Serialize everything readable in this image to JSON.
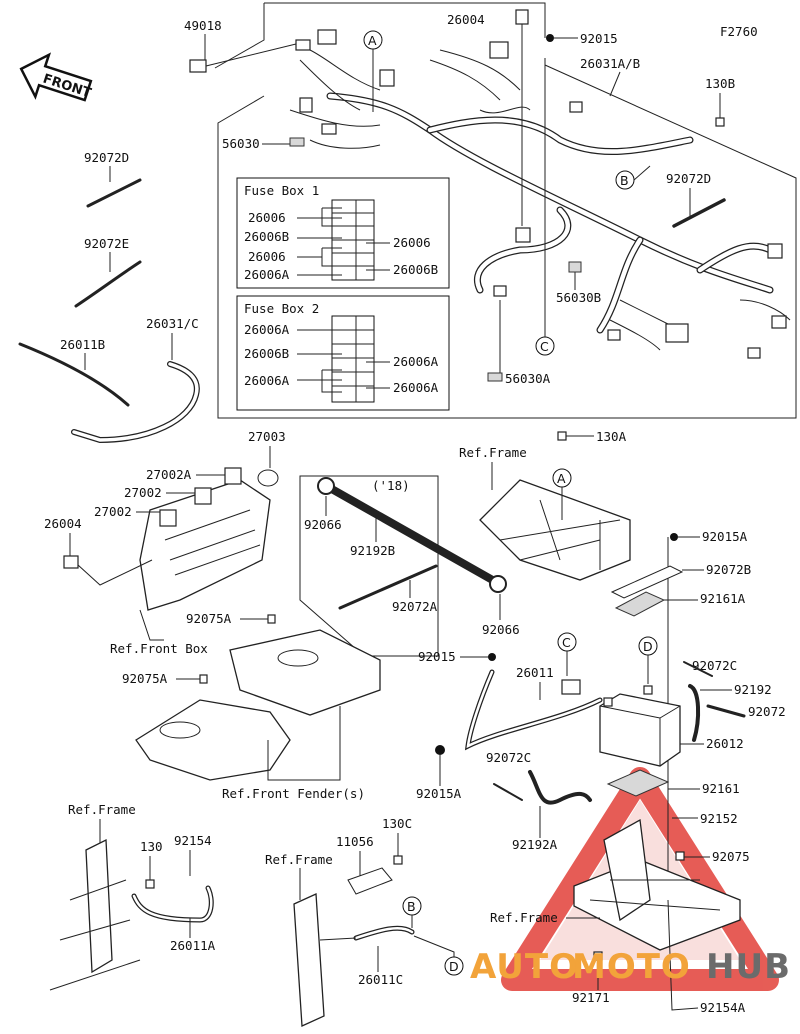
{
  "diagram": {
    "figure_code": "F2760",
    "front_arrow": "FRONT",
    "fuse_box_1": {
      "title": "Fuse Box 1",
      "left": [
        "26006",
        "26006B",
        "26006",
        "26006A"
      ],
      "right": [
        "26006",
        "26006B"
      ]
    },
    "fuse_box_2": {
      "title": "Fuse Box 2",
      "left": [
        "26006A",
        "26006B",
        "26006A"
      ],
      "right": [
        "26006A",
        "26006A"
      ]
    },
    "year_note": "('18)",
    "callouts": {
      "a": "A",
      "b": "B",
      "c": "C",
      "d": "D"
    },
    "parts": {
      "p49018": "49018",
      "p26004_top": "26004",
      "p92015_top": "92015",
      "p26031ab": "26031A/B",
      "p130b": "130B",
      "p56030": "56030",
      "p92072d_left": "92072D",
      "p92072d_right": "92072D",
      "p92072e": "92072E",
      "p26031c": "26031/C",
      "p26011b": "26011B",
      "p56030b": "56030B",
      "p56030a": "56030A",
      "p27003": "27003",
      "p27002a": "27002A",
      "p27002_1": "27002",
      "p27002_2": "27002",
      "p26004_left": "26004",
      "p92066_1": "92066",
      "p92192b": "92192B",
      "p92072a": "92072A",
      "p92066_2": "92066",
      "p130a": "130A",
      "p92015a_top": "92015A",
      "p92072b": "92072B",
      "p92161a": "92161A",
      "p92075a_1": "92075A",
      "p92075a_2": "92075A",
      "p92015_mid": "92015",
      "p26011": "26011",
      "p92072c_right": "92072C",
      "p92192": "92192",
      "p92072": "92072",
      "p26012": "26012",
      "p92015a_bot": "92015A",
      "p92072c_mid": "92072C",
      "p92161": "92161",
      "p92192a": "92192A",
      "p92152": "92152",
      "p92075": "92075",
      "p130": "130",
      "p92154": "92154",
      "p26011a": "26011A",
      "p11056": "11056",
      "p130c": "130C",
      "p26011c": "26011C",
      "p92171": "92171",
      "p92154a": "92154A"
    },
    "refs": {
      "frame_top": "Ref.Frame",
      "front_box": "Ref.Front Box",
      "front_fender": "Ref.Front Fender(s)",
      "frame_bl": "Ref.Frame",
      "frame_bm": "Ref.Frame",
      "frame_br": "Ref.Frame"
    },
    "watermark": {
      "part1": "AUTO",
      "part2": "MOTO",
      "part3": "HUB",
      "color_red": "#e0342c",
      "color_orange": "#f2a33a",
      "color_gray": "#6b6b6b"
    }
  }
}
